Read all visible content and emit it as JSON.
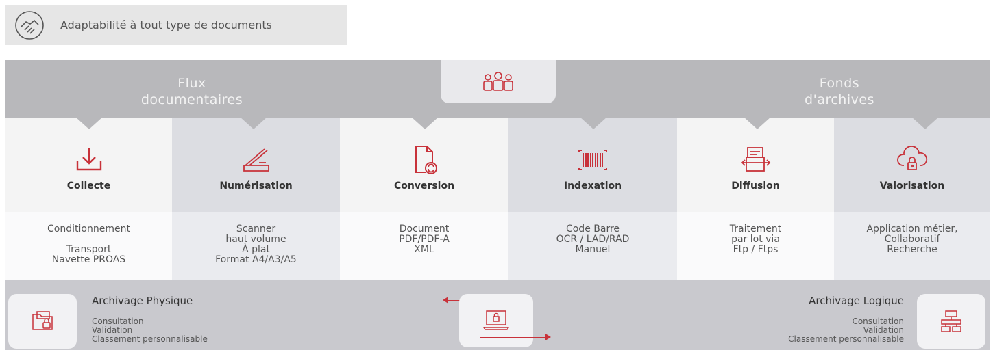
{
  "top_badge": {
    "text": "Adaptabilité à tout type de documents",
    "icon": "handshake-icon"
  },
  "header": {
    "left_title_line1": "Flux",
    "left_title_line2": "documentaires",
    "right_title_line1": "Fonds",
    "right_title_line2": "d'archives",
    "center_icon": "team-icon"
  },
  "steps": [
    {
      "label": "Collecte",
      "icon": "download-icon",
      "description": "Conditionnement\n\nTransport\nNavette PROAS"
    },
    {
      "label": "Numérisation",
      "icon": "scanner-icon",
      "description": "Scanner\nhaut volume\nÀ plat\nFormat A4/A3/A5"
    },
    {
      "label": "Conversion",
      "icon": "document-convert-icon",
      "description": "Document\nPDF/PDF-A\nXML"
    },
    {
      "label": "Indexation",
      "icon": "barcode-icon",
      "description": "Code Barre\nOCR / LAD/RAD\nManuel"
    },
    {
      "label": "Diffusion",
      "icon": "document-transfer-icon",
      "description": "Traitement\npar lot via\nFtp / Ftps"
    },
    {
      "label": "Valorisation",
      "icon": "cloud-lock-icon",
      "description": "Application métier,\nCollaboratif\nRecherche"
    }
  ],
  "bottom": {
    "left_title": "Archivage Physique",
    "left_lines": [
      "Consultation",
      "Validation",
      "Classement personnalisable"
    ],
    "right_title": "Archivage Logique",
    "right_lines": [
      "Consultation",
      "Validation",
      "Classement personnalisable"
    ],
    "left_icon": "folder-lock-icon",
    "center_icon": "laptop-lock-icon",
    "right_icon": "folder-network-icon"
  },
  "colors": {
    "accent": "#c8323a",
    "band": "#b8b8bb",
    "bottom_band": "#c9c9ce"
  }
}
